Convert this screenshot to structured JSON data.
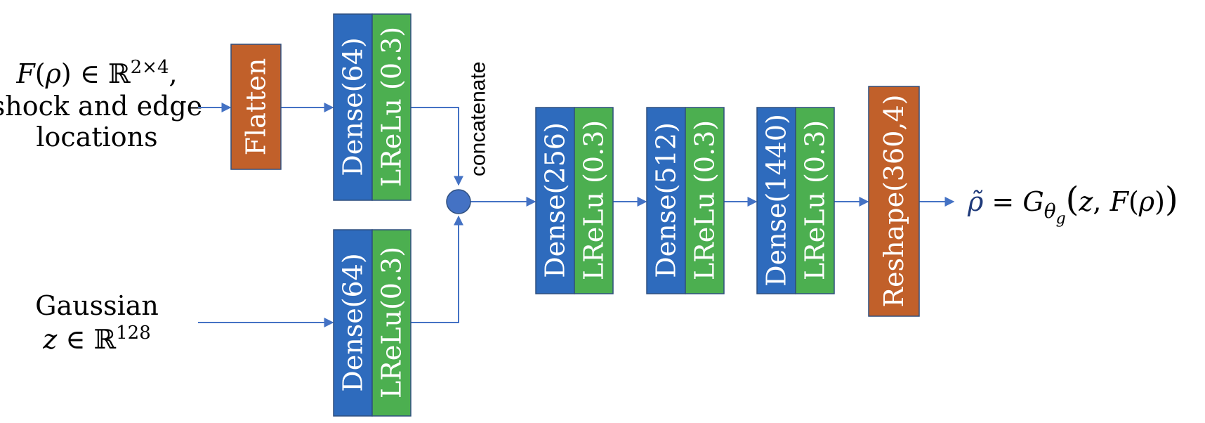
{
  "inputs": {
    "feature": {
      "line1_F": "F",
      "line1_open": "(",
      "line1_rho": "ρ",
      "line1_close": ")",
      "line1_in": " ∈ ",
      "line1_R": "ℝ",
      "line1_dims": "2×4",
      "line1_comma": ",",
      "line2": "shock and edge",
      "line3": "locations"
    },
    "noise": {
      "line1": "Gaussian",
      "line2_z": "z",
      "line2_in": " ∈ ",
      "line2_R": "ℝ",
      "line2_dims": "128"
    }
  },
  "layers": {
    "flatten": "Flatten",
    "top_dense": "Dense(64)",
    "top_act": "LReLu (0.3)",
    "bottom_dense": "Dense(64)",
    "bottom_act": "LReLu(0.3)",
    "concat": "concatenate",
    "dense1": "Dense(256)",
    "act1": "LReLu (0.3)",
    "dense2": "Dense(512)",
    "act2": "LReLu (0.3)",
    "dense3": "Dense(1440)",
    "act3": "LReLu (0.3)",
    "reshape": "Reshape(360,4)"
  },
  "output": {
    "rho_tilde": "ρ̃",
    "eq": " = ",
    "G": "G",
    "theta": "θ",
    "g": "g",
    "open": "(",
    "z": "z",
    "comma": ", ",
    "F": "F",
    "open2": "(",
    "rho": "ρ",
    "close2": ")",
    "close": ")"
  },
  "colors": {
    "dense": "#2e6bbd",
    "activation": "#4caf50",
    "reshape": "#c1602a",
    "arrow": "#4472c4",
    "border": "#2f4f7f"
  }
}
